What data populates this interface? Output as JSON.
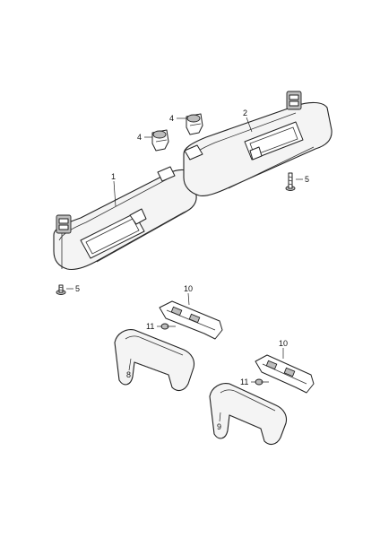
{
  "callouts": {
    "sunvisor_left": "1",
    "sunvisor_right": "2",
    "clip_left": "4",
    "clip_right": "4",
    "screw_left": "5",
    "screw_right": "5",
    "grab_handle_rear": "8",
    "grab_handle_front": "9",
    "bracket_rear": "10",
    "bracket_front": "10",
    "bracket_screw_rear": "11",
    "bracket_screw_front": "11"
  }
}
